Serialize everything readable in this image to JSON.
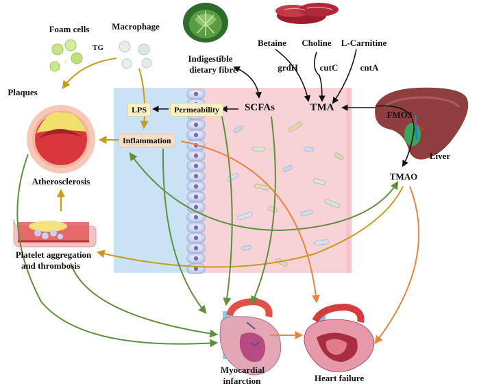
{
  "labels": {
    "foam_cells": "Foam cells",
    "macrophage": "Macrophage",
    "tg": "TG",
    "plaques": "Plaques",
    "atherosclerosis": "Atherosclerosis",
    "platelet_line1": "Platelet aggregation",
    "platelet_line2": "and thrombosis",
    "fibre_line1": "Indigestible",
    "fibre_line2": "dietary fibre",
    "betaine": "Betaine",
    "choline": "Choline",
    "carnitine": "L-Carnitine",
    "grdh": "grdH",
    "cutc": "cutC",
    "cnta": "cntA",
    "tma": "TMA",
    "scfas": "SCFAs",
    "lps": "LPS",
    "permeability": "Permeability",
    "inflammation": "Inflammation",
    "fmo3": "FMO3",
    "liver": "Liver",
    "tmao": "TMAO",
    "mi_line1": "Myocardial",
    "mi_line2": "infarction",
    "heart_failure": "Heart failure"
  },
  "colors": {
    "lumen_blue": "#c9e3f5",
    "gut_pink": "#f7d3d8",
    "arrow_black": "#111111",
    "arrow_gold": "#c79a1a",
    "arrow_green": "#5f8f3a",
    "arrow_orange": "#e9843a",
    "box_yellow": "#fdf0c4",
    "box_peach": "#f7dcc7"
  },
  "icons": [
    "foam-cells-icon",
    "macrophage-icon",
    "cabbage-icon",
    "meat-icon",
    "liver-icon",
    "artery-plaque-icon",
    "blood-vessel-thrombus-icon",
    "heart-icon",
    "failing-heart-icon",
    "bacteria-icon",
    "epithelium-icon"
  ]
}
